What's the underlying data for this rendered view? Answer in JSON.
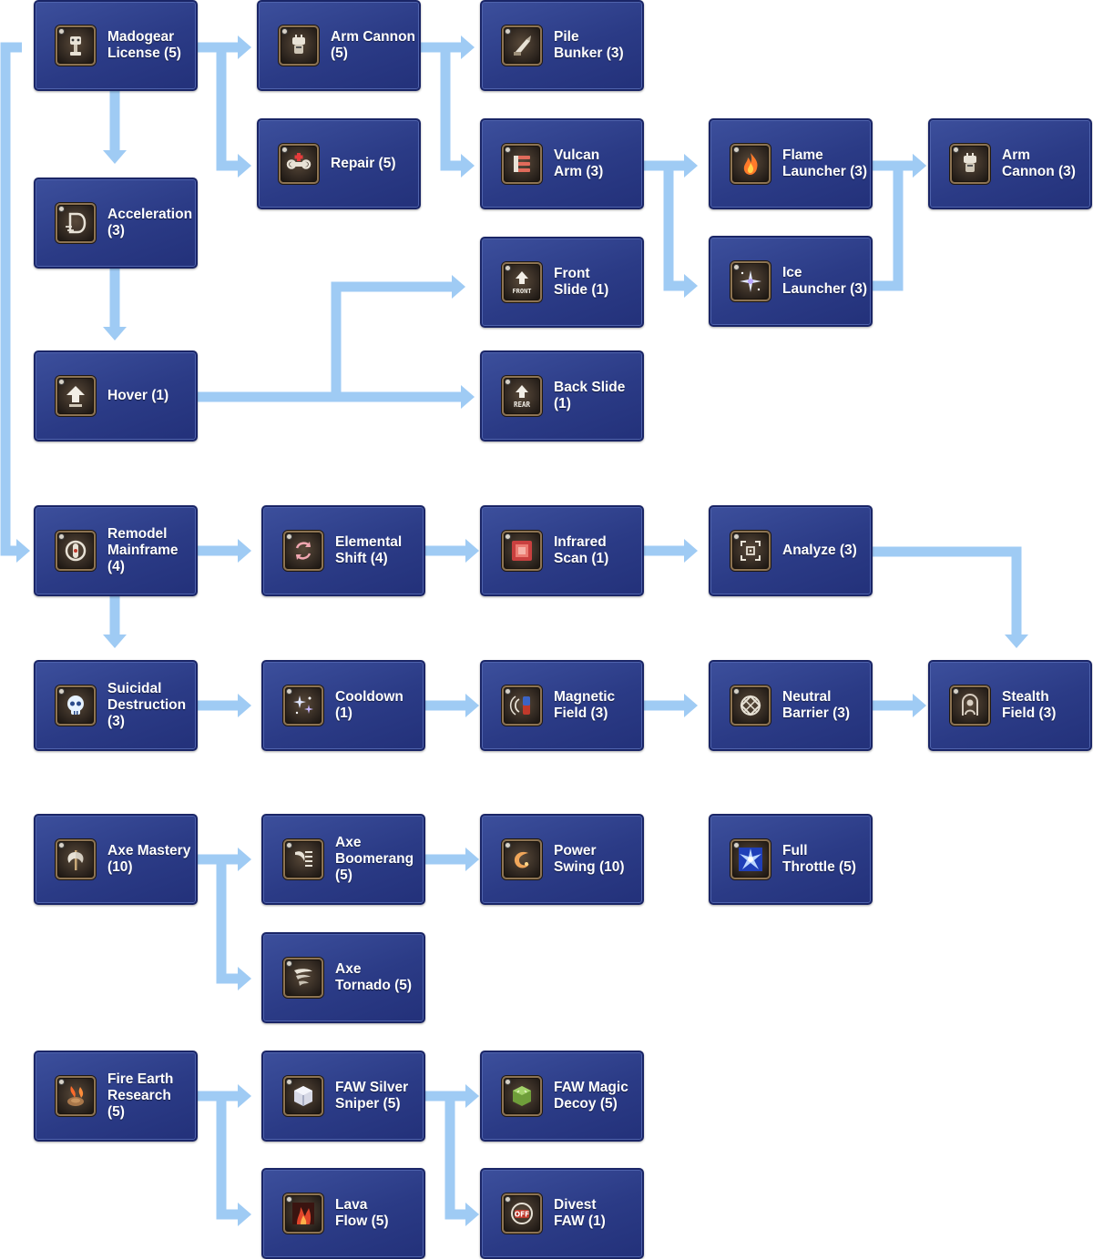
{
  "theme": {
    "arrow_color": "#9fcbf4",
    "node_fill": "#2e3d88",
    "node_border": "#1a2566",
    "icon_frame": "#8c7352"
  },
  "nodes": [
    {
      "id": "madogear-license",
      "label": "Madogear\nLicense (5)",
      "icon": "robot-body-icon"
    },
    {
      "id": "arm-cannon-1",
      "label": "Arm Cannon\n(5)",
      "icon": "arm-cannon-icon"
    },
    {
      "id": "pile-bunker",
      "label": "Pile\nBunker (3)",
      "icon": "pile-bunker-icon"
    },
    {
      "id": "repair",
      "label": "Repair (5)",
      "icon": "repair-wrench-icon"
    },
    {
      "id": "vulcan-arm",
      "label": "Vulcan\nArm (3)",
      "icon": "vulcan-arm-icon"
    },
    {
      "id": "flame-launcher",
      "label": "Flame\nLauncher (3)",
      "icon": "flame-icon"
    },
    {
      "id": "arm-cannon-2",
      "label": "Arm\nCannon (3)",
      "icon": "arm-cannon-icon"
    },
    {
      "id": "acceleration",
      "label": "Acceleration\n(3)",
      "icon": "acceleration-icon"
    },
    {
      "id": "front-slide",
      "label": "Front\nSlide (1)",
      "icon": "front-slide-icon",
      "icon_text": "FRONT"
    },
    {
      "id": "ice-launcher",
      "label": "Ice\nLauncher (3)",
      "icon": "ice-sparkle-icon"
    },
    {
      "id": "hover",
      "label": "Hover (1)",
      "icon": "hover-arrow-icon"
    },
    {
      "id": "back-slide",
      "label": "Back Slide\n(1)",
      "icon": "back-slide-icon",
      "icon_text": "REAR"
    },
    {
      "id": "remodel-mainframe",
      "label": "Remodel\nMainframe\n(4)",
      "icon": "mainframe-icon"
    },
    {
      "id": "elemental-shift",
      "label": "Elemental\nShift (4)",
      "icon": "elemental-cycle-icon"
    },
    {
      "id": "infrared-scan",
      "label": "Infrared\nScan (1)",
      "icon": "infrared-scan-icon"
    },
    {
      "id": "analyze",
      "label": "Analyze (3)",
      "icon": "analyze-target-icon"
    },
    {
      "id": "suicidal-destruction",
      "label": "Suicidal\nDestruction\n(3)",
      "icon": "skull-icon"
    },
    {
      "id": "cooldown",
      "label": "Cooldown\n(1)",
      "icon": "cooldown-sparkle-icon"
    },
    {
      "id": "magnetic-field",
      "label": "Magnetic\nField (3)",
      "icon": "magnetic-field-icon"
    },
    {
      "id": "neutral-barrier",
      "label": "Neutral\nBarrier (3)",
      "icon": "barrier-icon"
    },
    {
      "id": "stealth-field",
      "label": "Stealth\nField (3)",
      "icon": "stealth-figure-icon"
    },
    {
      "id": "axe-mastery",
      "label": "Axe Mastery\n(10)",
      "icon": "axe-icon"
    },
    {
      "id": "axe-boomerang",
      "label": "Axe\nBoomerang\n(5)",
      "icon": "axe-boomerang-icon"
    },
    {
      "id": "power-swing",
      "label": "Power\nSwing (10)",
      "icon": "power-swing-icon"
    },
    {
      "id": "full-throttle",
      "label": "Full\nThrottle (5)",
      "icon": "full-throttle-icon"
    },
    {
      "id": "axe-tornado",
      "label": "Axe\nTornado (5)",
      "icon": "axe-tornado-icon"
    },
    {
      "id": "fire-earth-research",
      "label": "Fire Earth\nResearch (5)",
      "icon": "fire-earth-icon"
    },
    {
      "id": "faw-silver-sniper",
      "label": "FAW Silver\nSniper (5)",
      "icon": "silver-sniper-icon"
    },
    {
      "id": "faw-magic-decoy",
      "label": "FAW Magic\nDecoy (5)",
      "icon": "magic-decoy-icon"
    },
    {
      "id": "lava-flow",
      "label": "Lava\nFlow (5)",
      "icon": "lava-flow-icon"
    },
    {
      "id": "divest-faw",
      "label": "Divest\nFAW (1)",
      "icon": "divest-off-icon",
      "icon_text": "OFF"
    }
  ],
  "edges": [
    {
      "from": "madogear-license",
      "to": "arm-cannon-1"
    },
    {
      "from": "madogear-license",
      "to": "repair"
    },
    {
      "from": "madogear-license",
      "to": "acceleration"
    },
    {
      "from": "madogear-license",
      "to": "remodel-mainframe"
    },
    {
      "from": "arm-cannon-1",
      "to": "pile-bunker"
    },
    {
      "from": "arm-cannon-1",
      "to": "vulcan-arm"
    },
    {
      "from": "vulcan-arm",
      "to": "flame-launcher"
    },
    {
      "from": "vulcan-arm",
      "to": "ice-launcher"
    },
    {
      "from": "flame-launcher",
      "to": "arm-cannon-2"
    },
    {
      "from": "ice-launcher",
      "to": "arm-cannon-2"
    },
    {
      "from": "acceleration",
      "to": "hover"
    },
    {
      "from": "hover",
      "to": "front-slide"
    },
    {
      "from": "hover",
      "to": "back-slide"
    },
    {
      "from": "remodel-mainframe",
      "to": "elemental-shift"
    },
    {
      "from": "remodel-mainframe",
      "to": "suicidal-destruction"
    },
    {
      "from": "elemental-shift",
      "to": "infrared-scan"
    },
    {
      "from": "infrared-scan",
      "to": "analyze"
    },
    {
      "from": "analyze",
      "to": "stealth-field"
    },
    {
      "from": "suicidal-destruction",
      "to": "cooldown"
    },
    {
      "from": "cooldown",
      "to": "magnetic-field"
    },
    {
      "from": "magnetic-field",
      "to": "neutral-barrier"
    },
    {
      "from": "neutral-barrier",
      "to": "stealth-field"
    },
    {
      "from": "axe-mastery",
      "to": "axe-boomerang"
    },
    {
      "from": "axe-mastery",
      "to": "axe-tornado"
    },
    {
      "from": "axe-boomerang",
      "to": "power-swing"
    },
    {
      "from": "fire-earth-research",
      "to": "faw-silver-sniper"
    },
    {
      "from": "fire-earth-research",
      "to": "lava-flow"
    },
    {
      "from": "faw-silver-sniper",
      "to": "faw-magic-decoy"
    },
    {
      "from": "faw-silver-sniper",
      "to": "divest-faw"
    }
  ]
}
